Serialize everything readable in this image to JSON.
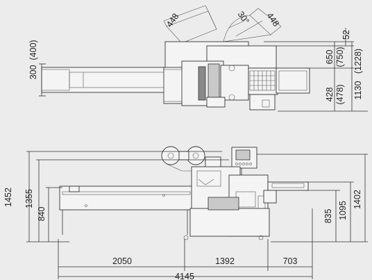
{
  "top_view": {
    "dims": {
      "film_arm_left": "448",
      "film_arm_angle": "30°",
      "film_arm_right": "448",
      "top_offset": "52",
      "upper_width": "650",
      "upper_width_alt": "(750)",
      "lower_width": "428",
      "lower_width_alt": "(478)",
      "total_width": "1130",
      "total_width_alt": "(1228)",
      "infeed_width": "300",
      "infeed_width_alt": "(400)"
    }
  },
  "side_view": {
    "dims": {
      "total_height": "1452",
      "roll_height": "1355",
      "infeed_height": "840",
      "outfeed_height": "835",
      "outfeed_top": "1095",
      "panel_height": "1402",
      "infeed_length": "2050",
      "body_length": "1392",
      "outfeed_length": "703",
      "total_length": "4145"
    }
  }
}
